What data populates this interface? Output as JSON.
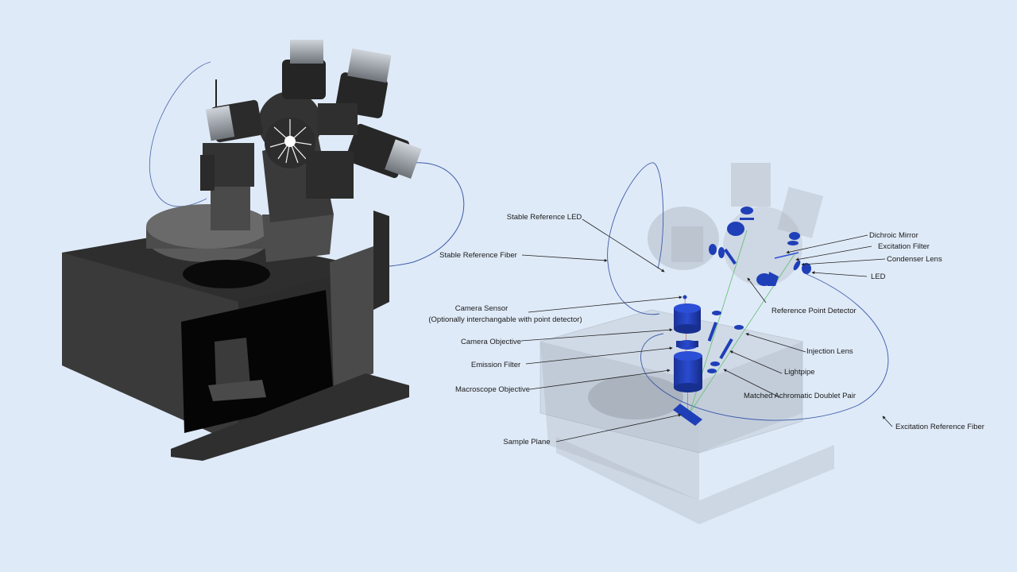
{
  "figure": {
    "background_color": "#dfeaf8",
    "component_color": "#1f3fb8",
    "beam_color": "#5fbf6a",
    "fiber_color": "#3d5aa8",
    "left_panel": {
      "description": "Rendered 3D model of the macroscope apparatus (opaque dark grey)"
    },
    "right_panel": {
      "description": "Transparent x-ray view with optical components highlighted in blue",
      "labels": {
        "stable_reference_led": "Stable Reference LED",
        "stable_reference_fiber": "Stable Reference Fiber",
        "camera_sensor": "Camera Sensor",
        "camera_sensor_note": "(Optionally interchangable with point detector)",
        "camera_objective": "Camera Objective",
        "emission_filter": "Emission Filter",
        "macroscope_objective": "Macroscope Objective",
        "sample_plane": "Sample Plane",
        "dichroic_mirror": "Dichroic Mirror",
        "excitation_filter": "Excitation Filter",
        "condenser_lens": "Condenser Lens",
        "led": "LED",
        "reference_point_detector": "Reference Point Detector",
        "injection_lens": "Injection Lens",
        "lightpipe": "Lightpipe",
        "matched_achromatic_doublet_pair": "Matched Achromatic Doublet Pair",
        "excitation_reference_fiber": "Excitation Reference Fiber"
      }
    }
  }
}
